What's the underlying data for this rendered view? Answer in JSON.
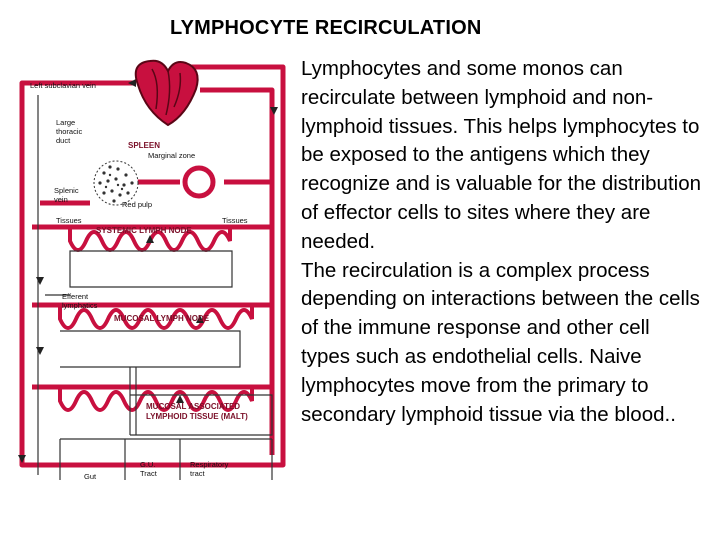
{
  "title": "LYMPHOCYTE RECIRCULATION",
  "paragraphs": [
    "Lymphocytes and some monos can recirculate between lymphoid and non-lymphoid tissues. This helps lymphocytes to be exposed to the antigens which they recognize and is valuable for the distribution of effector cells to sites where they are needed.",
    "The recirculation is a complex process depending on interactions between the cells of the immune response and other cell types such as endothelial cells. Naive lymphocytes move from the primary to secondary lymphoid tissue via the blood.."
  ],
  "diagram": {
    "labels": {
      "left_subclavian_vein": "Left subclavian vein",
      "large_thoracic_duct": [
        "Large",
        "thoracic",
        "duct"
      ],
      "spleen": "SPLEEN",
      "marginal_zone": "Marginal zone",
      "splenic_vein": [
        "Splenic",
        "vein"
      ],
      "red_pulp": "Red pulp",
      "tissues_left": "Tissues",
      "tissues_right": "Tissues",
      "systemic_lymph_node": "SYSTEMIC LYMPH NODE",
      "efferent_lymphatics": [
        "Efferent",
        "lymphatics"
      ],
      "mucosal_lymph_node": "MUCOSAL LYMPH NODE",
      "malt": [
        "MUCOSAL ASSOCIATED",
        "LYMPHOID TISSUE (MALT)"
      ],
      "gut": "Gut",
      "gu_tract": [
        "G.U.",
        "Tract"
      ],
      "respiratory_tract": [
        "Respiratory",
        "tract"
      ]
    },
    "colors": {
      "vessel": "#c8103f",
      "vessel_dark": "#8a0a2a",
      "lymph_line": "#333333"
    }
  }
}
